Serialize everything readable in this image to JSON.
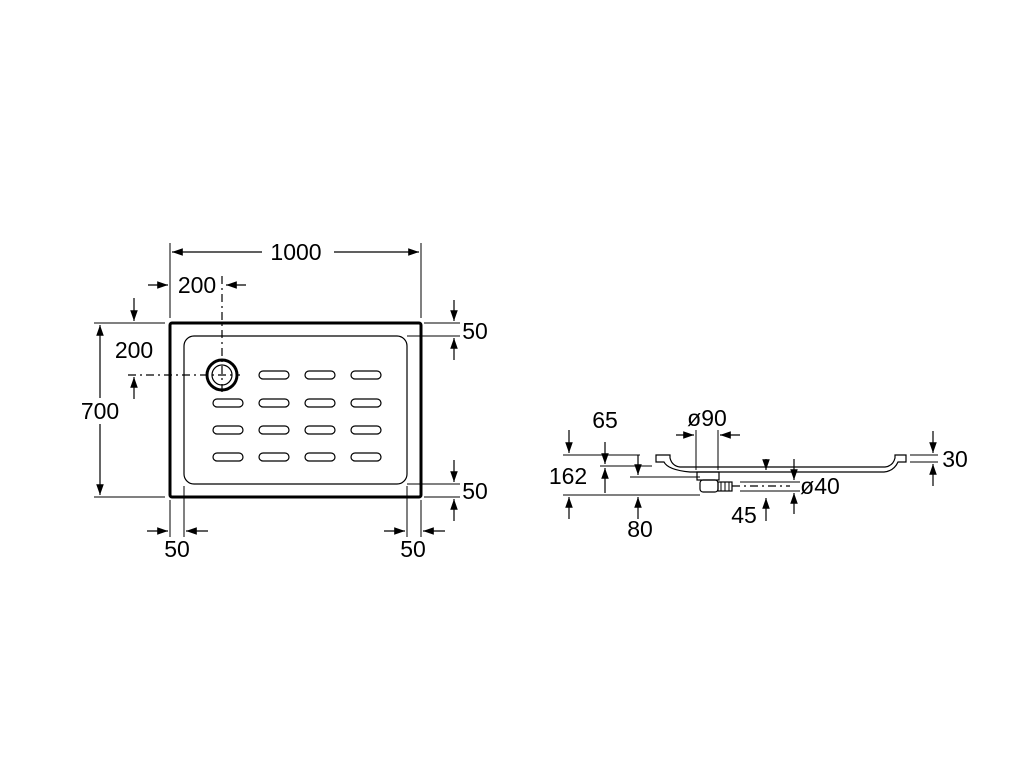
{
  "plan_view": {
    "overall_width": "1000",
    "drain_offset_x": "200",
    "drain_offset_y": "200",
    "overall_depth": "700",
    "rim_top": "50",
    "rim_bottom": "50",
    "rim_left": "50",
    "rim_right": "50"
  },
  "section_view": {
    "dim_65": "65",
    "dim_diameter_90": "ø90",
    "dim_162": "162",
    "dim_80": "80",
    "dim_30": "30",
    "dim_diameter_40": "ø40",
    "dim_45": "45"
  },
  "colors": {
    "line": "#000000",
    "background": "#ffffff"
  }
}
